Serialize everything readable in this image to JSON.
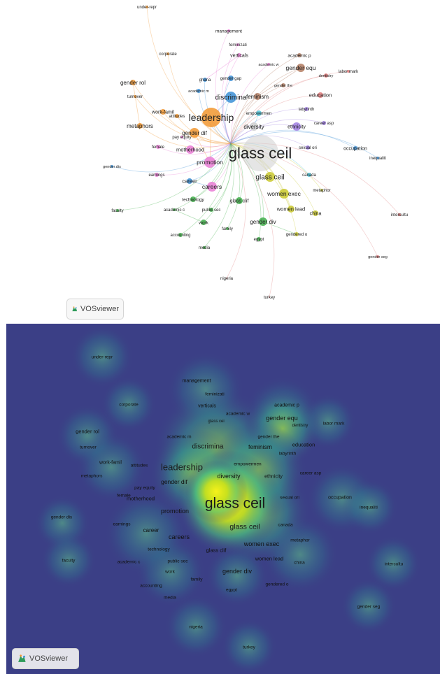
{
  "network_labels": [
    {
      "text": "under-repr",
      "size": 6
    },
    {
      "text": "management",
      "size": 6.5
    },
    {
      "text": "feminizati",
      "size": 6
    },
    {
      "text": "corporate",
      "size": 6
    },
    {
      "text": "verticals",
      "size": 7
    },
    {
      "text": "academic w",
      "size": 5.5
    },
    {
      "text": "academic p",
      "size": 6.5
    },
    {
      "text": "gender equ",
      "size": 8.5
    },
    {
      "text": "labor mark",
      "size": 6
    },
    {
      "text": "dentistry",
      "size": 5.5
    },
    {
      "text": "ghana",
      "size": 6
    },
    {
      "text": "gender gap",
      "size": 6
    },
    {
      "text": "gender the",
      "size": 5.5
    },
    {
      "text": "gender rol",
      "size": 8
    },
    {
      "text": "academic m",
      "size": 5.5
    },
    {
      "text": "discrimina",
      "size": 10
    },
    {
      "text": "feminism",
      "size": 8
    },
    {
      "text": "education",
      "size": 7.5
    },
    {
      "text": "turnover",
      "size": 6
    },
    {
      "text": "empowermen",
      "size": 6
    },
    {
      "text": "labyrinth",
      "size": 6
    },
    {
      "text": "work-famil",
      "size": 7
    },
    {
      "text": "attitudes",
      "size": 6
    },
    {
      "text": "leadership",
      "size": 14
    },
    {
      "text": "ethnicity",
      "size": 7
    },
    {
      "text": "career asp",
      "size": 6
    },
    {
      "text": "metaphors",
      "size": 8
    },
    {
      "text": "diversity",
      "size": 8
    },
    {
      "text": "gender dif",
      "size": 8
    },
    {
      "text": "pay equity",
      "size": 6
    },
    {
      "text": "glass ceil",
      "size": 22
    },
    {
      "text": "female",
      "size": 6
    },
    {
      "text": "motherhood",
      "size": 7.5
    },
    {
      "text": "sexual ori",
      "size": 6
    },
    {
      "text": "occupation",
      "size": 7
    },
    {
      "text": "inequaliti",
      "size": 6
    },
    {
      "text": "promotion",
      "size": 8.5
    },
    {
      "text": "gender dis",
      "size": 5.5
    },
    {
      "text": "earnings",
      "size": 6
    },
    {
      "text": "glass ceil",
      "size": 10
    },
    {
      "text": "canada",
      "size": 6
    },
    {
      "text": "career",
      "size": 7.5
    },
    {
      "text": "careers",
      "size": 8.5
    },
    {
      "text": "women exec",
      "size": 8.5
    },
    {
      "text": "metaphor",
      "size": 6
    },
    {
      "text": "technology",
      "size": 6.5
    },
    {
      "text": "glass clif",
      "size": 7
    },
    {
      "text": "faculty",
      "size": 6
    },
    {
      "text": "academic c",
      "size": 6
    },
    {
      "text": "public sec",
      "size": 6
    },
    {
      "text": "women lead",
      "size": 7.5
    },
    {
      "text": "china",
      "size": 7
    },
    {
      "text": "intercultu",
      "size": 6
    },
    {
      "text": "work",
      "size": 6.5
    },
    {
      "text": "gender div",
      "size": 8
    },
    {
      "text": "family",
      "size": 6
    },
    {
      "text": "accounting",
      "size": 6
    },
    {
      "text": "gendered o",
      "size": 6
    },
    {
      "text": "egypt",
      "size": 6
    },
    {
      "text": "media",
      "size": 6
    },
    {
      "text": "gender seg",
      "size": 5.5
    },
    {
      "text": "nigeria",
      "size": 6
    },
    {
      "text": "turkey",
      "size": 6
    }
  ],
  "density_labels": [
    {
      "text": "under-repr",
      "size": 6.5
    },
    {
      "text": "management",
      "size": 7
    },
    {
      "text": "feminizati",
      "size": 6.5
    },
    {
      "text": "corporate",
      "size": 6.5
    },
    {
      "text": "verticals",
      "size": 7
    },
    {
      "text": "academic w",
      "size": 6.5
    },
    {
      "text": "academic p",
      "size": 7
    },
    {
      "text": "gender equ",
      "size": 9
    },
    {
      "text": "glass cei",
      "size": 6
    },
    {
      "text": "labor mark",
      "size": 6.5
    },
    {
      "text": "dentistry",
      "size": 6
    },
    {
      "text": "gender rol",
      "size": 7.5
    },
    {
      "text": "academic m",
      "size": 6.5
    },
    {
      "text": "gender the",
      "size": 6.5
    },
    {
      "text": "discrimina",
      "size": 10
    },
    {
      "text": "feminism",
      "size": 8.5
    },
    {
      "text": "education",
      "size": 7.5
    },
    {
      "text": "turnover",
      "size": 6.5
    },
    {
      "text": "labyrinth",
      "size": 6.5
    },
    {
      "text": "work-famil",
      "size": 7
    },
    {
      "text": "attitudes",
      "size": 6.5
    },
    {
      "text": "leadership",
      "size": 13
    },
    {
      "text": "empowermen",
      "size": 6.5
    },
    {
      "text": "career asp",
      "size": 6.5
    },
    {
      "text": "metaphors",
      "size": 6.5
    },
    {
      "text": "diversity",
      "size": 9
    },
    {
      "text": "ethnicity",
      "size": 7
    },
    {
      "text": "gender dif",
      "size": 8.5
    },
    {
      "text": "pay equity",
      "size": 6.5
    },
    {
      "text": "glass ceil",
      "size": 21
    },
    {
      "text": "female",
      "size": 6.5
    },
    {
      "text": "motherhood",
      "size": 7.5
    },
    {
      "text": "sexual ori",
      "size": 6.5
    },
    {
      "text": "occupation",
      "size": 7
    },
    {
      "text": "inequaliti",
      "size": 6.5
    },
    {
      "text": "promotion",
      "size": 9
    },
    {
      "text": "gender dis",
      "size": 6.5
    },
    {
      "text": "earnings",
      "size": 6.5
    },
    {
      "text": "career",
      "size": 8
    },
    {
      "text": "glass ceil",
      "size": 10.5
    },
    {
      "text": "canada",
      "size": 6.5
    },
    {
      "text": "careers",
      "size": 9
    },
    {
      "text": "metaphor",
      "size": 6.5
    },
    {
      "text": "technology",
      "size": 6.5
    },
    {
      "text": "women exec",
      "size": 9
    },
    {
      "text": "glass clif",
      "size": 7.5
    },
    {
      "text": "faculty",
      "size": 6.5
    },
    {
      "text": "academic c",
      "size": 6.5
    },
    {
      "text": "public sec",
      "size": 6.5
    },
    {
      "text": "women lead",
      "size": 7.5
    },
    {
      "text": "china",
      "size": 6.5
    },
    {
      "text": "intercultu",
      "size": 6.5
    },
    {
      "text": "work",
      "size": 6.5
    },
    {
      "text": "gender div",
      "size": 9
    },
    {
      "text": "family",
      "size": 6.5
    },
    {
      "text": "accounting",
      "size": 6.5
    },
    {
      "text": "gendered o",
      "size": 6.5
    },
    {
      "text": "egypt",
      "size": 6.5
    },
    {
      "text": "media",
      "size": 6.5
    },
    {
      "text": "gender seg",
      "size": 6.5
    },
    {
      "text": "nigeria",
      "size": 6.5
    },
    {
      "text": "turkey",
      "size": 6.5
    }
  ],
  "logo": {
    "text": "VOSviewer"
  },
  "colors": {
    "density_bg": "#3b3f86",
    "cluster_orange": "#f2962f",
    "cluster_green": "#3fae49",
    "cluster_blue": "#3b8fd6",
    "cluster_pink": "#e97bd5",
    "cluster_brown": "#b27b60",
    "cluster_red": "#e07a7a",
    "cluster_yellow": "#c9c82e",
    "cluster_purple": "#9d7de0",
    "cluster_cyan": "#4fc6dc",
    "cluster_grey": "#cfcfcf"
  }
}
